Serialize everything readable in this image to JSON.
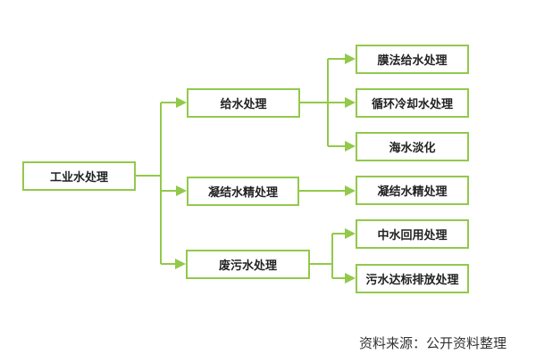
{
  "root": {
    "label": "工业水处理"
  },
  "level2": [
    {
      "label": "给水处理"
    },
    {
      "label": "凝结水精处理"
    },
    {
      "label": "废污水处理"
    }
  ],
  "level3": [
    {
      "label": "膜法给水处理",
      "parent": "给水处理"
    },
    {
      "label": "循环冷却水处理",
      "parent": "给水处理"
    },
    {
      "label": "海水淡化",
      "parent": "给水处理"
    },
    {
      "label": "凝结水精处理",
      "parent": "凝结水精处理"
    },
    {
      "label": "中水回用处理",
      "parent": "废污水处理"
    },
    {
      "label": "污水达标排放处理",
      "parent": "废污水处理"
    }
  ],
  "source": "资料来源：公开资料整理",
  "colors": {
    "line": "#92c94a",
    "text": "#222222"
  }
}
